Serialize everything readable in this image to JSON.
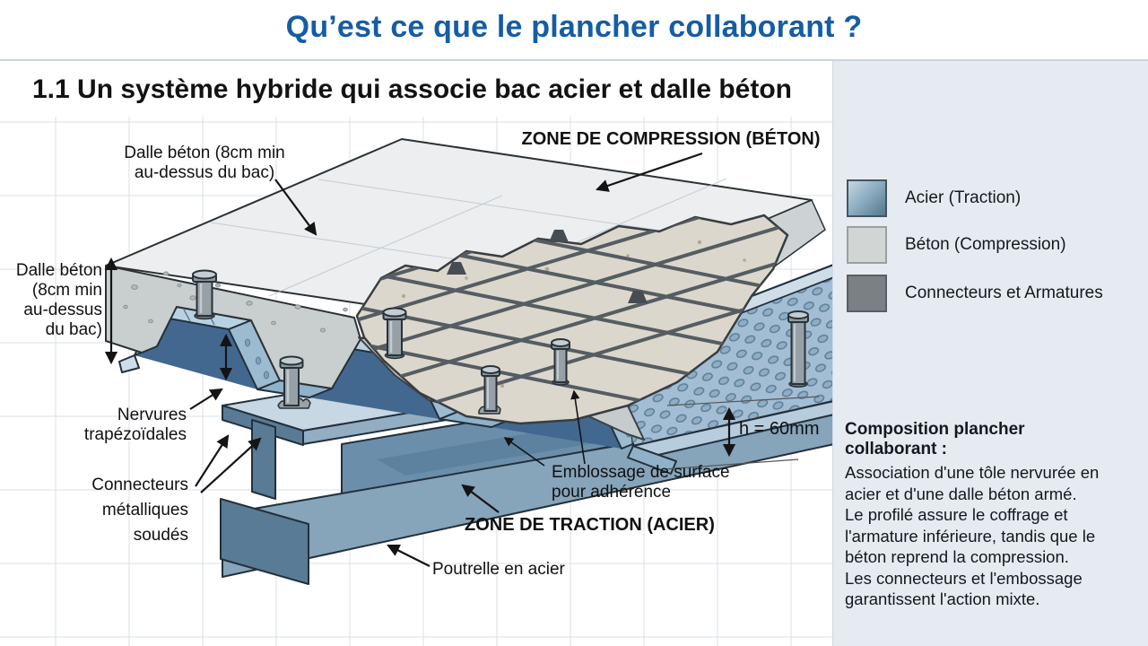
{
  "header": {
    "title": "Qu’est ce que le plancher collaborant ?"
  },
  "subtitle": "1.1 Un système hybride qui associe bac acier et dalle béton",
  "diagram": {
    "label_dalle_top": "Dalle béton (8cm min\nau-dessus du bac)",
    "label_zone_compression": "ZONE DE COMPRESSION (BÉTON)",
    "label_dalle_left": "Dalle béton\n(8cm min\nau-dessus\ndu bac)",
    "label_nervures": "Nervures\ntrapézoïdales",
    "label_connecteurs": "Connecteurs\nmétalliques\nsoudés",
    "label_emblossage": "Emblossage de surface\npour adhérence",
    "label_zone_traction": "ZONE DE TRACTION (ACIER)",
    "label_poutrelle": "Poutrelle en acier",
    "label_hauteur": "h = 60mm"
  },
  "legend": {
    "items": [
      {
        "name": "acier",
        "label": "Acier (Traction)",
        "color": "#6d93ab"
      },
      {
        "name": "beton",
        "label": "Béton (Compression)",
        "color": "#d1d5d4"
      },
      {
        "name": "connecteurs",
        "label": "Connecteurs et Armatures",
        "color": "#7b8085"
      }
    ]
  },
  "panel_text": {
    "title": "Composition plancher collaborant :",
    "body": "Association d'une tôle nervurée en acier et d'une dalle béton armé.\nLe profilé assure le coffrage et l'armature inférieure, tandis que le béton reprend la compression.\nLes connecteurs et l'embossage garantissent l'action mixte."
  },
  "colors": {
    "title_blue": "#155da4",
    "panel_bg": "#e6ebf2",
    "steel_deck": "#a3bed4",
    "steel_dark": "#426890",
    "concrete": "#c9cecf",
    "concrete_interior": "#dcd7cd",
    "outline": "#22303c"
  }
}
